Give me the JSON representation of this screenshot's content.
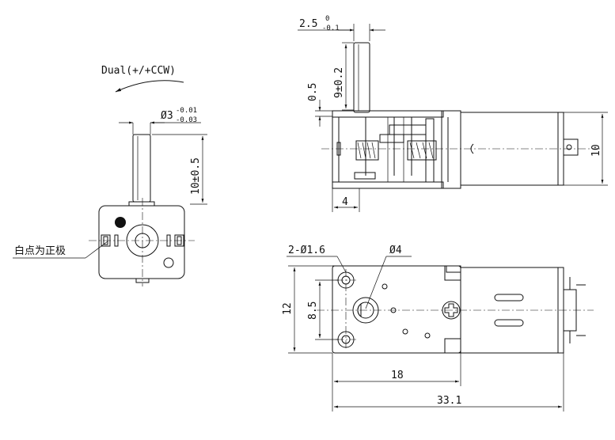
{
  "labels": {
    "rotation": "Dual(+/+CCW)",
    "shaft_dia_base": "Ø3",
    "shaft_dia_tol_upper": "-0.01",
    "shaft_dia_tol_lower": "-0.03",
    "shaft_length": "10±0.5",
    "white_dot_note": "白点为正极",
    "flat_width_base": "2.5",
    "flat_width_tol_upper": "0",
    "flat_width_tol_lower": "-0.1",
    "flat_length": "9±0.2",
    "shoulder": "0.5",
    "gear_offset": "4",
    "motor_dia": "10",
    "holes": "2-Ø1.6",
    "boss_dia": "Ø4",
    "hole_spacing": "8.5",
    "height": "12",
    "gearbox_length": "18",
    "total_length": "33.1"
  }
}
